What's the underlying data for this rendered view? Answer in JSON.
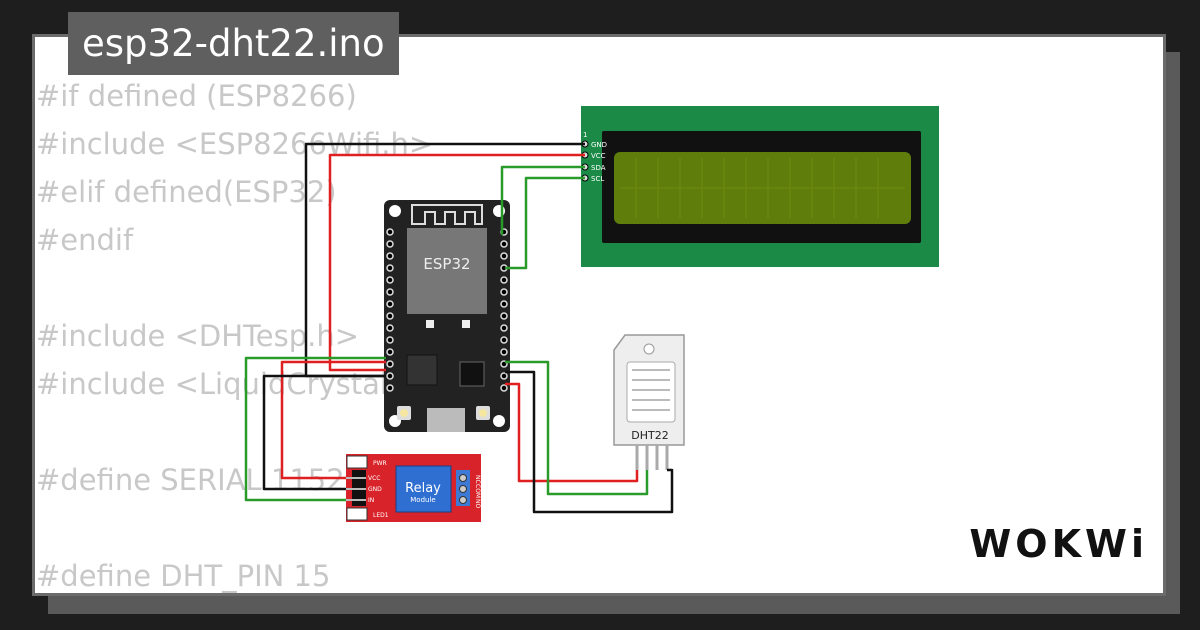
{
  "title": "esp32-dht22.ino",
  "code_lines": [
    "#if defined (ESP8266)",
    "#include <ESP8266Wifi.h>",
    "#elif defined(ESP32)",
    "#endif",
    "",
    "#include <DHTesp.h>",
    "#include <LiquidCrystal_I2C.h>",
    "",
    "#define SERIAL 115200",
    "",
    "#define DHT_PIN 15"
  ],
  "esp32": {
    "label": "ESP32"
  },
  "lcd": {
    "pin_one": "1",
    "pins": [
      "GND",
      "VCC",
      "SDA",
      "SCL"
    ]
  },
  "dht22": {
    "label": "DHT22"
  },
  "relay": {
    "title": "Relay",
    "subtitle": "Module",
    "pwr": "PWR",
    "led": "LED1",
    "left_pins": [
      "VCC",
      "GND",
      "IN"
    ],
    "right_pins": [
      "NC",
      "COM",
      "NO"
    ]
  },
  "brand": "WOKWi",
  "colors": {
    "lcd_board": "#1b8a47",
    "lcd_screen": "#5f7d0a",
    "relay_board": "#d9232a",
    "relay_cube": "#2f6fd1",
    "esp32_board": "#222222",
    "wire_red": "#e02020",
    "wire_green": "#2a9a2a",
    "wire_black": "#111111"
  }
}
